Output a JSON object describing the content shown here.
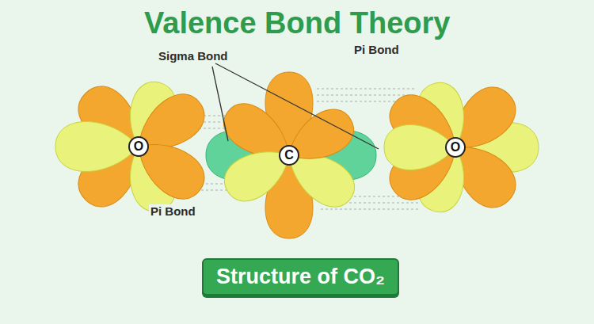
{
  "diagram": {
    "title": "Valence Bond Theory",
    "caption": "Structure of CO₂",
    "nodes": [
      {
        "text": [
          "O"
        ]
      },
      {
        "text": [
          "C"
        ]
      },
      {
        "text": [
          "O"
        ]
      }
    ],
    "labels": [
      "Sigma Bond",
      "Pi Bond",
      "Pi Bond"
    ]
  }
}
